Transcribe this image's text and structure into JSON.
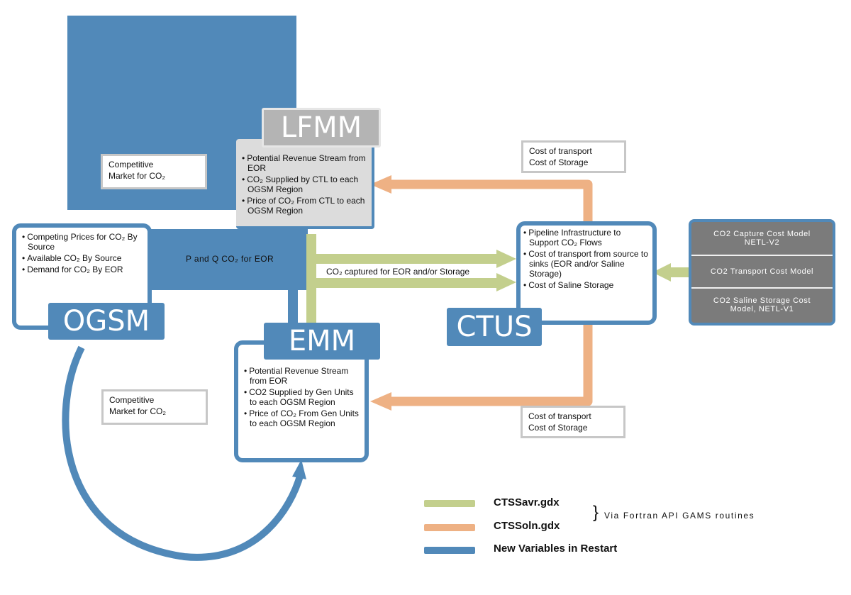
{
  "colors": {
    "blue": "#5189b9",
    "green": "#c3cf8d",
    "orange": "#eeb184",
    "gray_label": "#b4b4b4",
    "gray_box": "#dcdcdc",
    "cost_model_bg": "#7b7b7b"
  },
  "modules": {
    "lfmm": {
      "label": "LFMM",
      "items": [
        "Potential Revenue Stream from EOR",
        "CO₂ Supplied by CTL to each OGSM Region",
        "Price of CO₂ From CTL to each OGSM Region"
      ]
    },
    "ogsm": {
      "label": "OGSM",
      "items": [
        "Competing Prices for CO₂ By Source",
        "Available CO₂ By Source",
        "Demand for CO₂ By EOR"
      ]
    },
    "emm": {
      "label": "EMM",
      "items": [
        "Potential Revenue Stream from EOR",
        "CO2 Supplied by Gen Units to each OGSM Region",
        "Price of CO₂ From Gen Units to each OGSM Region"
      ]
    },
    "ctus": {
      "label": "CTUS",
      "items": [
        "Pipeline Infrastructure to Support CO₂ Flows",
        "Cost of transport from source to sinks (EOR and/or Saline Storage)",
        "Cost of Saline Storage"
      ]
    }
  },
  "notes": {
    "competitive_market_top": [
      "Competitive",
      "Market for CO₂"
    ],
    "competitive_market_bottom": [
      "Competitive",
      "Market for CO₂"
    ],
    "cost_top": [
      "Cost of transport",
      "Cost of Storage"
    ],
    "cost_bottom": [
      "Cost of transport",
      "Cost of Storage"
    ]
  },
  "flows": {
    "p_and_q": "P and Q CO₂ for EOR",
    "co2_captured": "CO₂ captured for EOR and/or Storage"
  },
  "cost_models": [
    "CO2 Capture Cost Model NETL-V2",
    "CO2 Transport Cost Model",
    "CO2 Saline Storage Cost Model, NETL-V1"
  ],
  "legend": {
    "items": [
      {
        "label": "CTSSavr.gdx",
        "color": "#c3cf8d"
      },
      {
        "label": "CTSSoln.gdx",
        "color": "#eeb184"
      },
      {
        "label": "New Variables in Restart",
        "color": "#5189b9"
      }
    ],
    "brace_note": "Via Fortran API GAMS routines"
  }
}
